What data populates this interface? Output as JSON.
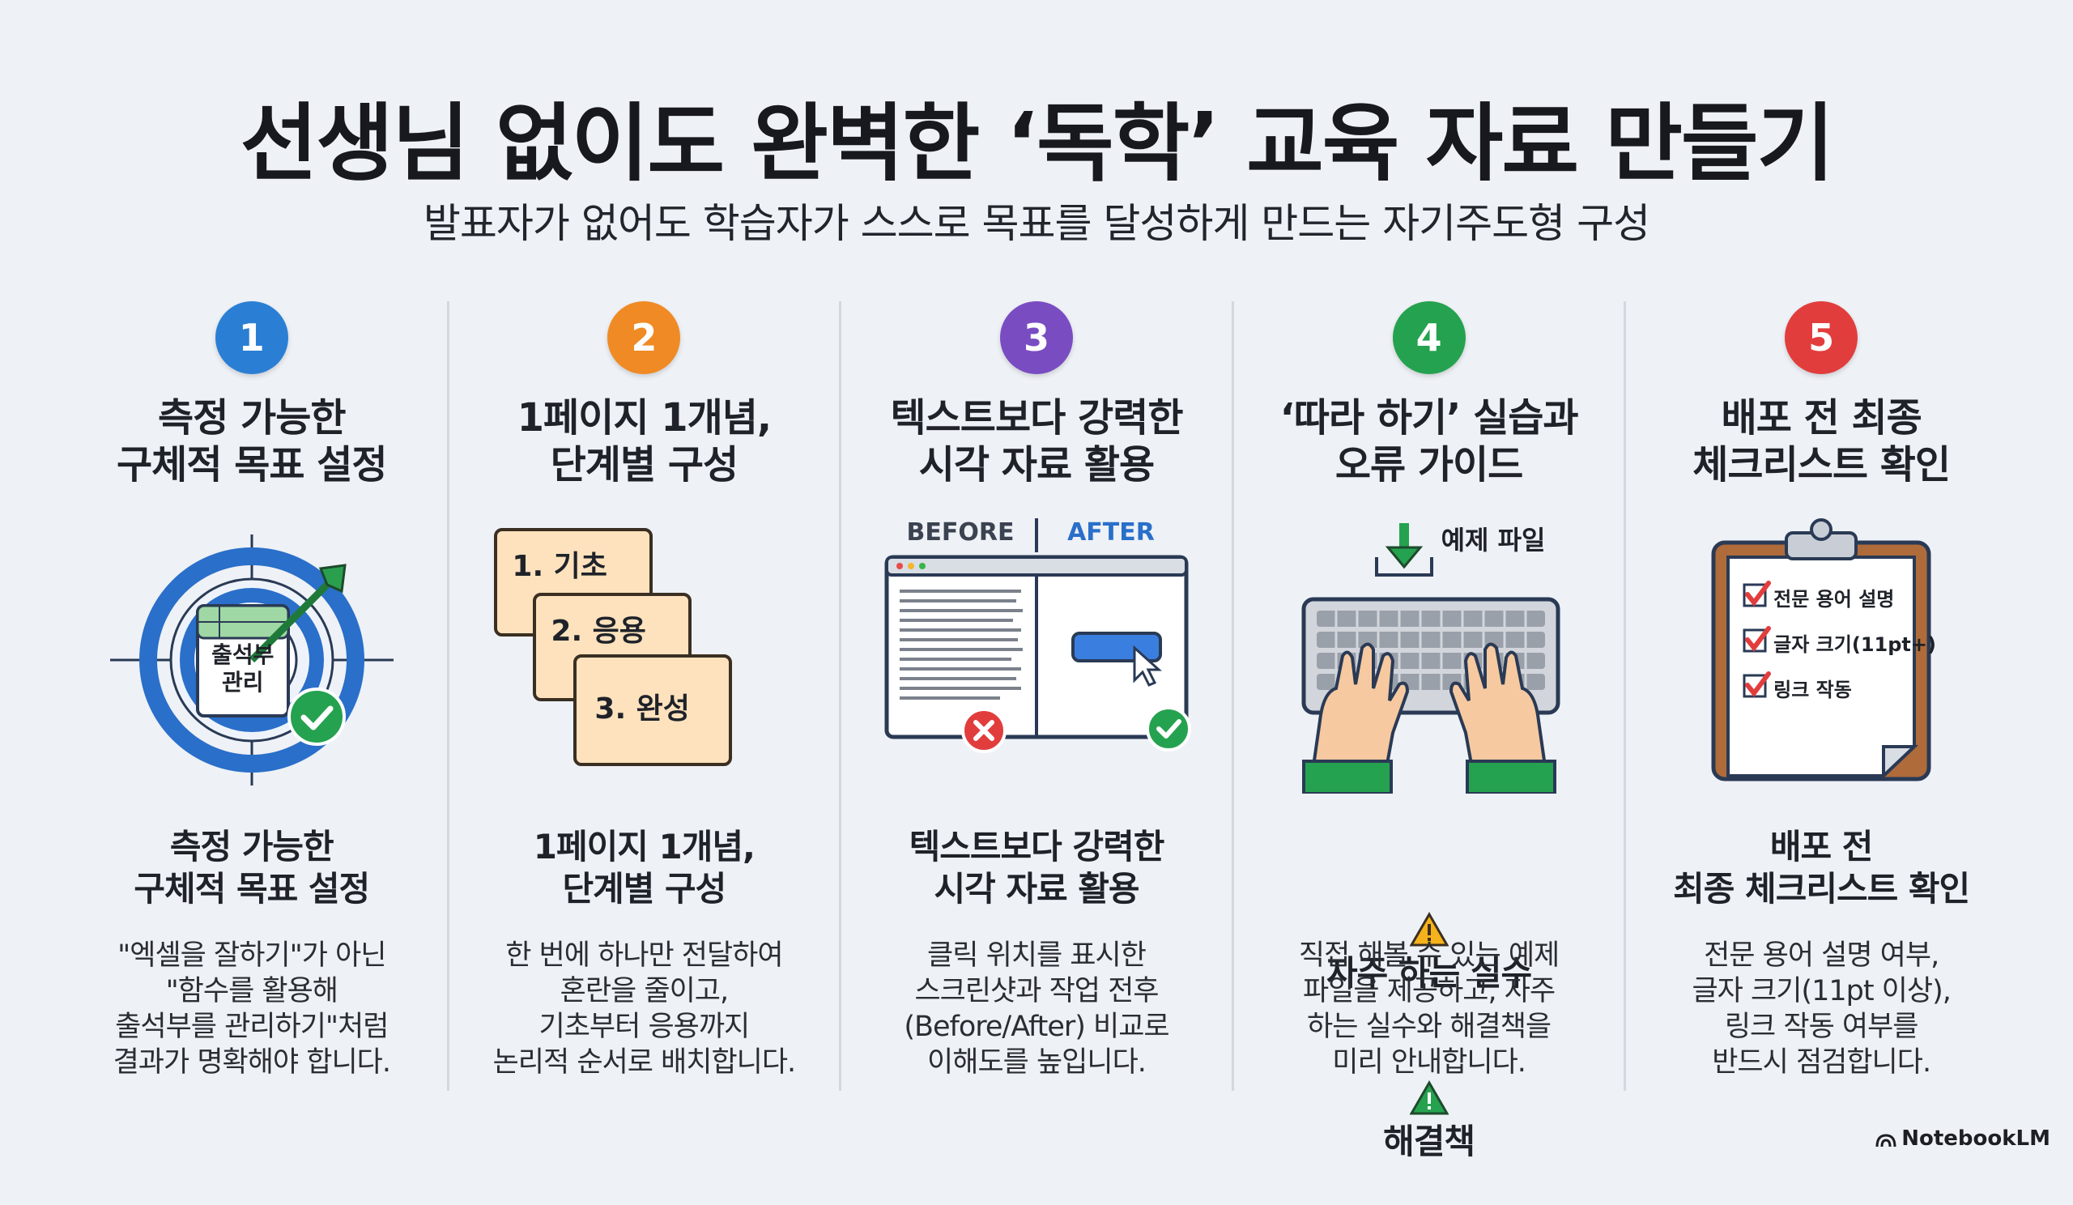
{
  "title": "선생님 없이도 완벽한 ‘독학’ 교육 자료 만들기",
  "subtitle": "발표자가 없어도 학습자가 스스로 목표를 달성하게 만드는 자기주도형 구성",
  "colors": {
    "c1": "#2a7fd4",
    "c2": "#f08a24",
    "c3": "#7a4cc2",
    "c4": "#25a24f",
    "c5": "#e23d3d"
  },
  "steps": [
    {
      "num": "1",
      "heading": "측정 가능한\n구체적 목표 설정",
      "illus": {
        "label": "출석부\n관리"
      },
      "sub": "측정 가능한\n구체적 목표 설정",
      "desc": "\"엑셀을 잘하기\"가 아닌\n\"함수를 활용해\n출석부를 관리하기\"처럼\n결과가 명확해야 합니다."
    },
    {
      "num": "2",
      "heading": "1페이지 1개념,\n단계별 구성",
      "illus": {
        "card1": "1. 기초",
        "card2": "2. 응용",
        "card3": "3. 완성"
      },
      "sub": "1페이지 1개념,\n단계별 구성",
      "desc": "한 번에 하나만 전달하여\n혼란을 줄이고,\n기초부터 응용까지\n논리적 순서로 배치합니다."
    },
    {
      "num": "3",
      "heading": "텍스트보다 강력한\n시각 자료 활용",
      "illus": {
        "before": "BEFORE",
        "after": "AFTER"
      },
      "sub": "텍스트보다 강력한\n시각 자료 활용",
      "desc": "클릭 위치를 표시한\n스크린샷과 작업 전후\n(Before/After) 비교로\n이해도를 높입니다."
    },
    {
      "num": "4",
      "heading": "‘따라 하기’ 실습과\n오류 가이드",
      "illus": {
        "file": "예제 파일"
      },
      "sub_line1": "자주 하는 실수",
      "sub_line2": "해결책",
      "desc": "직접 해볼 수 있는 예제\n파일을 제공하고, 자주\n하는 실수와 해결책을\n미리 안내합니다."
    },
    {
      "num": "5",
      "heading": "배포 전 최종\n체크리스트 확인",
      "illus": {
        "check1": "전문 용어 설명",
        "check2": "글자 크기(11pt+)",
        "check3": "링크 작동"
      },
      "sub": "배포 전\n최종 체크리스트 확인",
      "desc": "전문 용어 설명 여부,\n글자 크기(11pt 이상),\n링크 작동 여부를\n반드시 점검합니다."
    }
  ],
  "brand": "NotebookLM"
}
